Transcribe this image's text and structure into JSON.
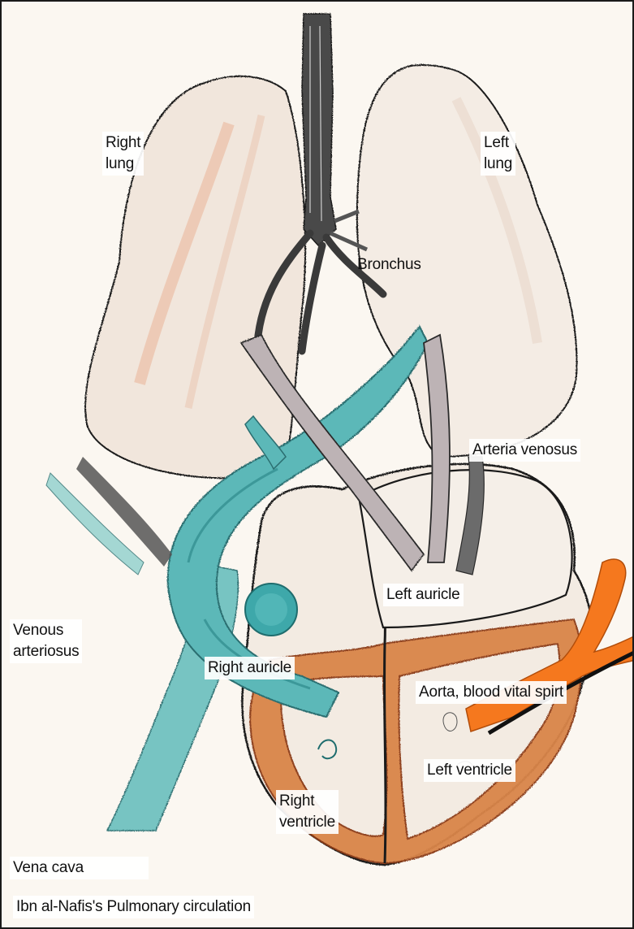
{
  "diagram": {
    "caption": "Ibn al-Nafis's Pulmonary circulation",
    "labels": {
      "right_lung": "Right\nlung",
      "left_lung": "Left\nlung",
      "bronchus": "Bronchus",
      "arteria_venosus": "Arteria venosus",
      "left_auricle": "Left auricle",
      "venous_arteriosus": "Venous\narteriosus",
      "right_auricle": "Right auricle",
      "aorta": "Aorta, blood vital spirt",
      "left_ventricle": "Left ventricle",
      "right_ventricle": "Right\nventricle",
      "vena_cava": "Vena cava"
    },
    "colors": {
      "paper": "#fbf7f1",
      "outline": "#1a1a1a",
      "vein_teal": "#5cb8b8",
      "artery_grey": "#b8aeb0",
      "trachea_dark": "#3a3a3a",
      "heart_muscle": "#d9854a",
      "aorta_orange": "#f5781e",
      "lung_fill": "#f1e6dc"
    }
  }
}
